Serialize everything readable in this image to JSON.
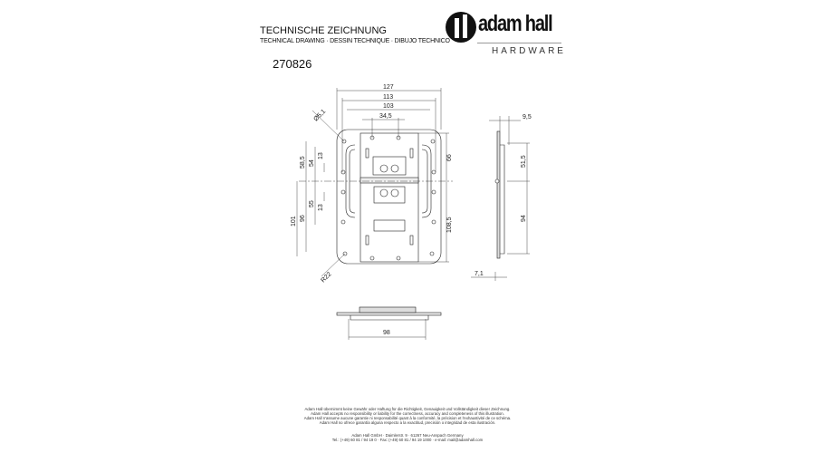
{
  "header": {
    "title": "TECHNISCHE ZEICHNUNG",
    "subtitle": "TECHNICAL DRAWING · DESSIN TECHNIQUE · DIBUJO TECHNICO",
    "article_number": "270826"
  },
  "logo": {
    "brand": "adam hall",
    "sub": "HARDWARE"
  },
  "dimensions": {
    "front_top": [
      "127",
      "113",
      "103",
      "34,5"
    ],
    "hole_diameter": "Ø5,1",
    "left": [
      "58,5",
      "54",
      "13",
      "55",
      "13",
      "101",
      "96"
    ],
    "right": [
      "66",
      "108,5"
    ],
    "radius": "R22",
    "side": [
      "9,5",
      "51,5",
      "94",
      "7,1"
    ],
    "bottom": "98"
  },
  "footer": {
    "disclaimer": [
      "Adam Hall übernimmt keine Gewähr oder Haftung für die Richtigkeit, Genauigkeit und Vollständigkeit dieser Zeichnung.",
      "Adam Hall accepts no responsibility or liability for the correctness, accuracy and completeness of this illustration.",
      "Adam Hall n'assume aucune garantie ni responsabilité quant à la conformité, la précision et l'exhaustivité de ce schéma.",
      "Adam Hall no ofrece garantía alguna respecto a la exactitud, precisión o integridad de esta ilustración."
    ],
    "address": "Adam Hall GmbH · Daimlerstr. 9 · 61267 Neu-Anspach Germany",
    "contact": "Tel.: (+49) 60 81 / 94 19 0 · Fax: (+49) 60 81 / 94 19 1000 · e-mail: mail@adamhall.com"
  }
}
